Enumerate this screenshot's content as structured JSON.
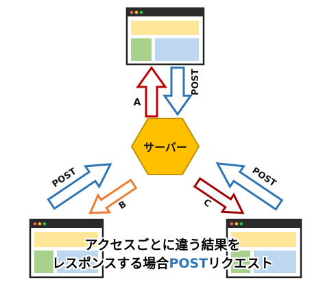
{
  "server": {
    "label": "サーバー",
    "fill": "#FFC000",
    "stroke": "#C09000"
  },
  "browser_window": {
    "frame": "#222222",
    "titlebar": "#2b2b2b",
    "dots": [
      "#FF5F57",
      "#FEBC2E",
      "#28C840"
    ],
    "header_block": "#FFE699",
    "left_block": "#A9D18E",
    "right_block": "#BDD7EE"
  },
  "arrows": {
    "request_post": {
      "label": "POST",
      "color": "#2E75B6"
    },
    "response_a": {
      "label": "A",
      "color": "#C00000"
    },
    "response_b": {
      "label": "B",
      "color": "#ED7D31"
    },
    "response_c": {
      "label": "C",
      "color": "#A00000"
    }
  },
  "caption": {
    "line1": "アクセスごとに違う結果を",
    "line2_before": "レスポンスする場合",
    "line2_accent": "POST",
    "line2_after": "リクエスト",
    "accent_color": "#2E75B6"
  }
}
